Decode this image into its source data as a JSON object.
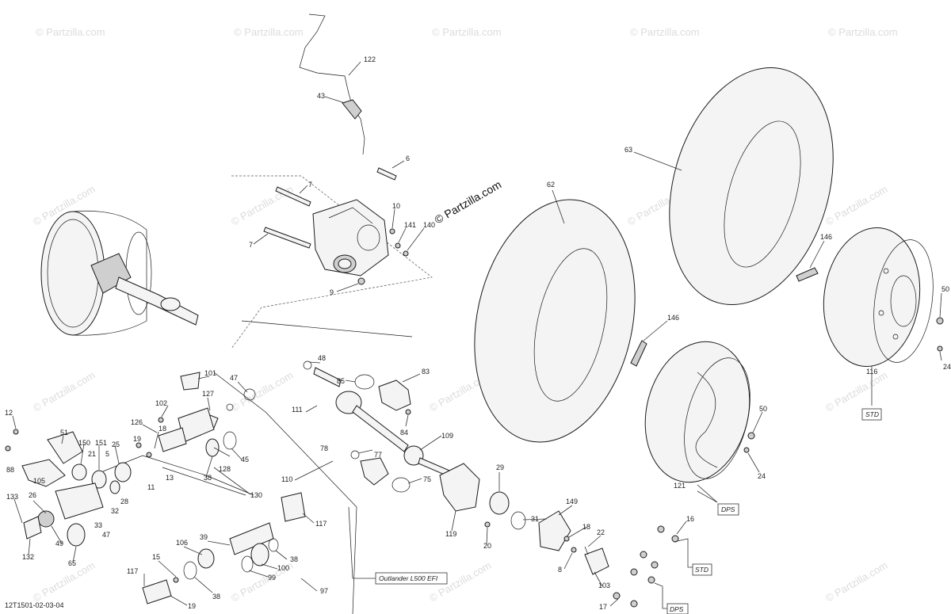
{
  "diagram_code": "12T1501-02-03-04",
  "copyright": "© Partzilla.com",
  "watermark_text": "© Partzilla.com",
  "labels": {
    "l122": "122",
    "l43": "43",
    "l6": "6",
    "l7a": "7",
    "l7b": "7",
    "l10": "10",
    "l141": "141",
    "l140": "140",
    "l9": "9",
    "l62": "62",
    "l63": "63",
    "l146a": "146",
    "l146b": "146",
    "l50a": "50",
    "l50b": "50",
    "l24a": "24",
    "l24b": "24",
    "l116": "116",
    "l121": "121",
    "l48": "48",
    "l85": "85",
    "l83": "83",
    "l101": "101",
    "l47a": "47",
    "l127": "127",
    "l102": "102",
    "l126": "126",
    "l111": "111",
    "l84": "84",
    "l109": "109",
    "l12": "12",
    "l51": "51",
    "l150": "150",
    "l151": "151",
    "l21": "21",
    "l25": "25",
    "l5": "5",
    "l19a": "19",
    "l18a": "18",
    "l45": "45",
    "l88": "88",
    "l105": "105",
    "l13": "13",
    "l11": "11",
    "l38a": "38",
    "l128": "128",
    "l78": "78",
    "l77": "77",
    "l29": "29",
    "l75": "75",
    "l110": "110",
    "l130": "130",
    "l133": "133",
    "l26": "26",
    "l32": "32",
    "l28": "28",
    "l33": "33",
    "l47b": "47",
    "l49": "49",
    "l132": "132",
    "l65": "65",
    "l117a": "117",
    "l149": "149",
    "l119": "119",
    "l31": "31",
    "l20": "20",
    "l18b": "18",
    "l22": "22",
    "l8": "8",
    "l103": "103",
    "l16": "16",
    "l106": "106",
    "l39": "39",
    "l15": "15",
    "l117b": "117",
    "l38b": "38",
    "l100": "100",
    "l99": "99",
    "l38c": "38",
    "l97": "97",
    "l19b": "19",
    "l17": "17"
  },
  "boxes": {
    "std_a": "STD",
    "dps_a": "DPS",
    "outlander": "Outlander L500 EFI",
    "std_b": "STD",
    "dps_b": "DPS"
  }
}
